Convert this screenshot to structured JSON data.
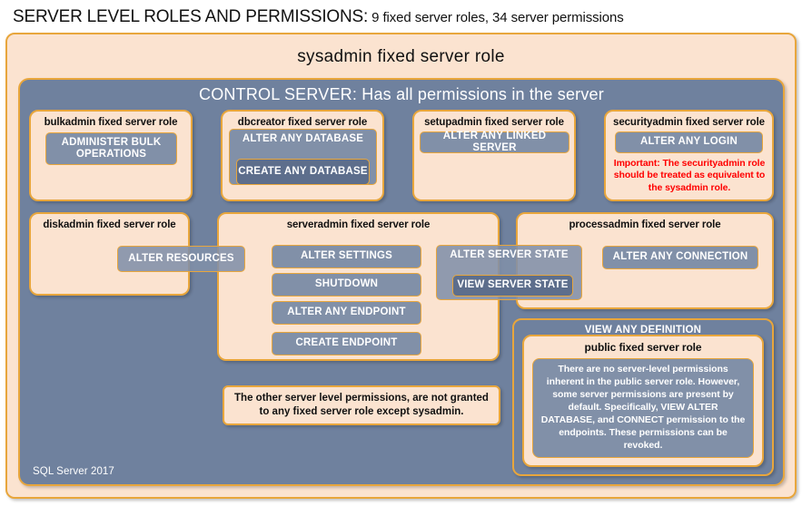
{
  "title": {
    "main": "SERVER LEVEL ROLES AND PERMISSIONS:",
    "sub": " 9 fixed server roles, 34 server permissions"
  },
  "sysadmin": {
    "label": "sysadmin  fixed  server  role"
  },
  "control_server": {
    "label": "CONTROL SERVER: Has all permissions in the server"
  },
  "roles": {
    "bulkadmin": {
      "title": "bulkadmin  fixed server role",
      "permissions": [
        "ADMINISTER  BULK OPERATIONS"
      ]
    },
    "dbcreator": {
      "title": "dbcreator fixed server role",
      "permissions": [
        "ALTER ANY DATABASE",
        "CREATE  ANY DATABASE"
      ]
    },
    "setupadmin": {
      "title": "setupadmin fixed server role",
      "permissions": [
        "ALTER ANY LINKED SERVER"
      ]
    },
    "securityadmin": {
      "title": "securityadmin  fixed server role",
      "permissions": [
        "ALTER ANY LOGIN"
      ],
      "warning": "Important:  The securityadmin role should  be treated as equivalent to the sysadmin role."
    },
    "diskadmin": {
      "title": "diskadmin  fixed server role",
      "permissions": [
        "ALTER RESOURCES"
      ]
    },
    "serveradmin": {
      "title": "serveradmin fixed server role",
      "permissions": [
        "ALTER SETTINGS",
        "SHUTDOWN",
        "ALTER ANY ENDPOINT",
        "CREATE  ENDPOINT"
      ],
      "shared_permissions": [
        "ALTER SERVER STATE",
        "VIEW SERVER STATE"
      ]
    },
    "processadmin": {
      "title": "processadmin fixed server role",
      "permissions": [
        "ALTER ANY CONNECTION"
      ]
    },
    "public": {
      "container_permission": "VIEW ANY DEFINITION",
      "title": "public  fixed server role",
      "note": "There are no server-level permissions inherent in the public server role. However, some server permissions are present by default. Specifically, VIEW ALTER DATABASE, and CONNECT permission to the endpoints. These permissions can be revoked."
    }
  },
  "notes": {
    "other_permissions": "The other server level permissions,  are not granted to any fixed server role except sysadmin."
  },
  "footer": {
    "label": "SQL Server 2017"
  },
  "colors": {
    "peach": "#fbe3d0",
    "gold_border": "#e8a63c",
    "slate": "#6f819e",
    "chip": "#8190a8",
    "chip_dark": "#5d6e8c",
    "warning_red": "#ff0000",
    "text_dark": "#111111",
    "text_light": "#ffffff"
  }
}
